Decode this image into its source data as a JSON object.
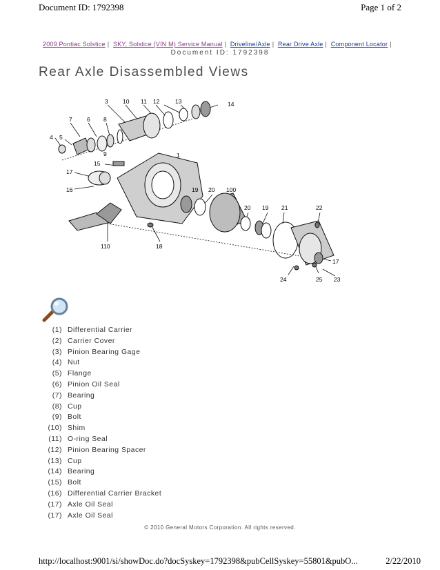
{
  "print_header": {
    "doc_id": "Document ID: 1792398",
    "page": "Page 1 of 2"
  },
  "breadcrumb": [
    {
      "label": "2009 Pontiac Solstice",
      "visited": true
    },
    {
      "label": "SKY, Solstice (VIN M) Service Manual",
      "visited": true
    },
    {
      "label": "Driveline/Axle",
      "visited": false
    },
    {
      "label": "Rear Drive Axle",
      "visited": false
    },
    {
      "label": "Component Locator",
      "visited": false
    }
  ],
  "document_id": "Document ID: 1792398",
  "title": "Rear Axle Disassembled Views",
  "figure": {
    "callouts": [
      "1",
      "3",
      "4",
      "5",
      "6",
      "7",
      "8",
      "9",
      "10",
      "11",
      "12",
      "13",
      "14",
      "15",
      "16",
      "17",
      "18",
      "19",
      "20",
      "100",
      "20",
      "19",
      "21",
      "22",
      "17",
      "25",
      "23",
      "24",
      "110"
    ]
  },
  "legend": [
    {
      "num": "(1)",
      "desc": "Differential Carrier"
    },
    {
      "num": "(2)",
      "desc": "Carrier Cover"
    },
    {
      "num": "(3)",
      "desc": "Pinion Bearing Gage"
    },
    {
      "num": "(4)",
      "desc": "Nut"
    },
    {
      "num": "(5)",
      "desc": "Flange"
    },
    {
      "num": "(6)",
      "desc": "Pinion Oil Seal"
    },
    {
      "num": "(7)",
      "desc": "Bearing"
    },
    {
      "num": "(8)",
      "desc": "Cup"
    },
    {
      "num": "(9)",
      "desc": "Bolt"
    },
    {
      "num": "(10)",
      "desc": "Shim"
    },
    {
      "num": "(11)",
      "desc": "O-ring Seal"
    },
    {
      "num": "(12)",
      "desc": "Pinion Bearing Spacer"
    },
    {
      "num": "(13)",
      "desc": "Cup"
    },
    {
      "num": "(14)",
      "desc": "Bearing"
    },
    {
      "num": "(15)",
      "desc": "Bolt"
    },
    {
      "num": "(16)",
      "desc": "Differential Carrier Bracket"
    },
    {
      "num": "(17)",
      "desc": "Axle Oil Seal"
    },
    {
      "num": "(17)",
      "desc": "Axle Oil Seal"
    }
  ],
  "copyright": "© 2010 General Motors Corporation.  All rights reserved.",
  "print_footer": {
    "url": "http://localhost:9001/si/showDoc.do?docSyskey=1792398&pubCellSyskey=55801&pubO...",
    "date": "2/22/2010"
  }
}
